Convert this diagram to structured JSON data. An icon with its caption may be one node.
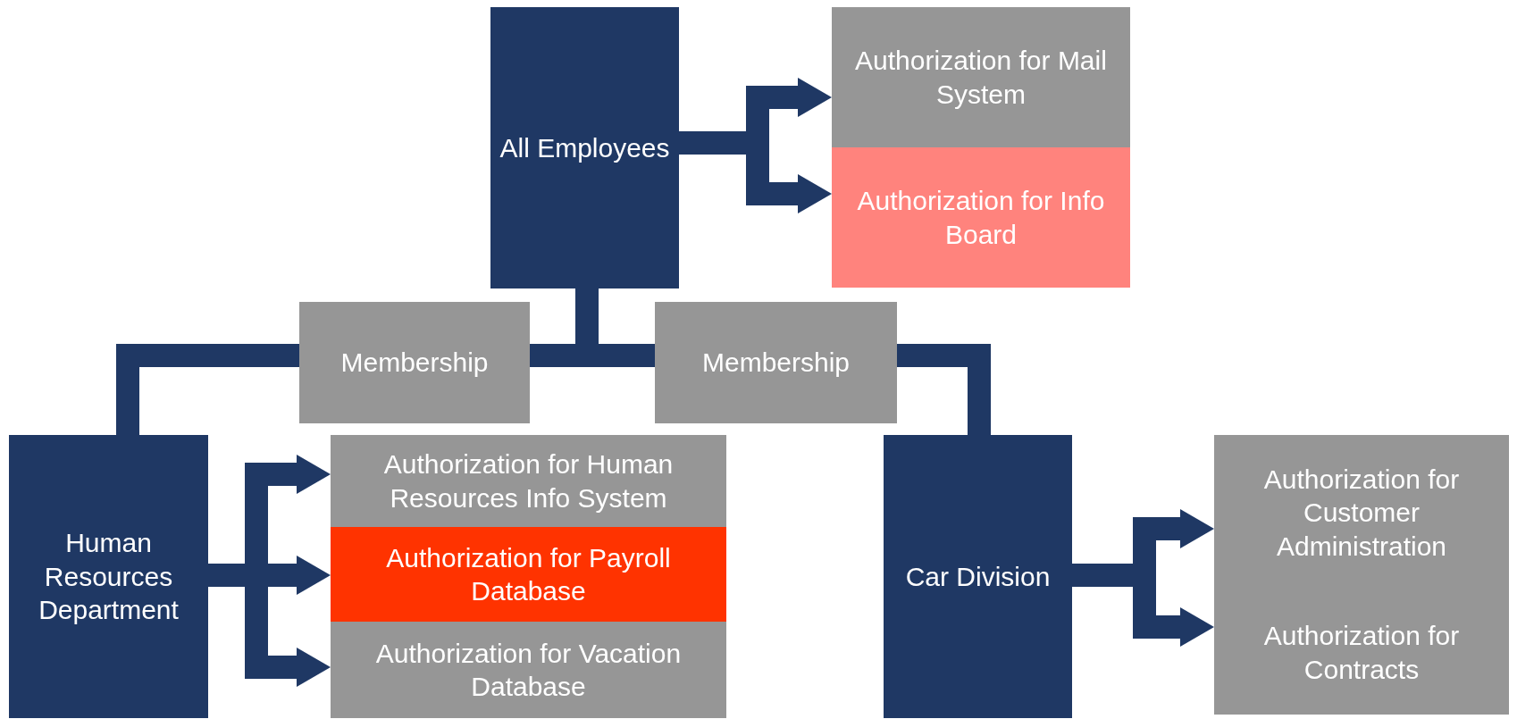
{
  "diagram": {
    "nodes": [
      {
        "text": [
          "All Employees"
        ]
      },
      {
        "text": [
          "Authorization for Mail System"
        ]
      },
      {
        "text": [
          "Authorization for Info Board"
        ]
      },
      {
        "text": [
          "Membership"
        ]
      },
      {
        "text": [
          "Membership"
        ]
      },
      {
        "text": [
          "Human Resources Department"
        ]
      },
      {
        "text": [
          "Authorization for Human Resources Info System"
        ]
      },
      {
        "text": [
          "Authorization for Payroll Database"
        ]
      },
      {
        "text": [
          "Authorization for Vacation Database"
        ]
      },
      {
        "text": [
          "Car Division"
        ]
      },
      {
        "text": [
          "Authorization for Customer Administration"
        ]
      },
      {
        "text": [
          "Authorization for Contracts"
        ]
      }
    ],
    "edges": [
      {
        "from": 0,
        "to": 1,
        "arrow": "to"
      },
      {
        "from": 0,
        "to": 2,
        "arrow": "to"
      },
      {
        "from": 0,
        "to": 3,
        "arrow": "none"
      },
      {
        "from": 3,
        "to": 5,
        "arrow": "none"
      },
      {
        "from": 0,
        "to": 4,
        "arrow": "none"
      },
      {
        "from": 4,
        "to": 9,
        "arrow": "none"
      },
      {
        "from": 5,
        "to": 6,
        "arrow": "to"
      },
      {
        "from": 5,
        "to": 7,
        "arrow": "to"
      },
      {
        "from": 5,
        "to": 8,
        "arrow": "to"
      },
      {
        "from": 9,
        "to": 10,
        "arrow": "to"
      },
      {
        "from": 9,
        "to": 11,
        "arrow": "to"
      }
    ]
  }
}
